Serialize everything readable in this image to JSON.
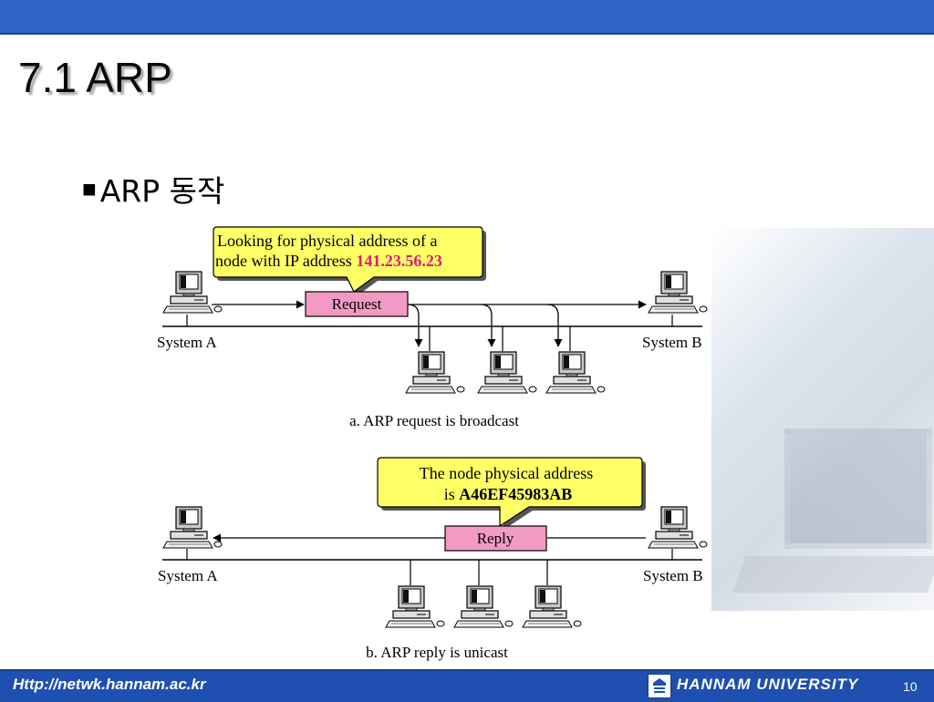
{
  "slide": {
    "title": "7.1 ARP",
    "bullet_marker": "■",
    "bullet_text": "ARP 동작"
  },
  "diagram_a": {
    "callout_line1": "Looking for physical address of a",
    "callout_line2_prefix": "node with IP address ",
    "callout_ip": "141.23.56.23",
    "packet_label": "Request",
    "system_a_label": "System A",
    "system_b_label": "System B",
    "caption": "a. ARP request is broadcast"
  },
  "diagram_b": {
    "callout_line1": "The node physical address",
    "callout_line2_prefix": "is ",
    "callout_mac": "A46EF45983AB",
    "packet_label": "Reply",
    "system_a_label": "System A",
    "system_b_label": "System B",
    "caption": "b. ARP reply is unicast"
  },
  "footer": {
    "url": "Http://netwk.hannam.ac.kr",
    "university": "HANNAM UNIVERSITY",
    "page_number": "10"
  },
  "colors": {
    "header_bar": "#2f63c4",
    "footer_bar": "#1f4fb0",
    "callout_fill": "#ffff66",
    "packet_fill": "#f29ac4",
    "ip_highlight": "#e0187a"
  }
}
